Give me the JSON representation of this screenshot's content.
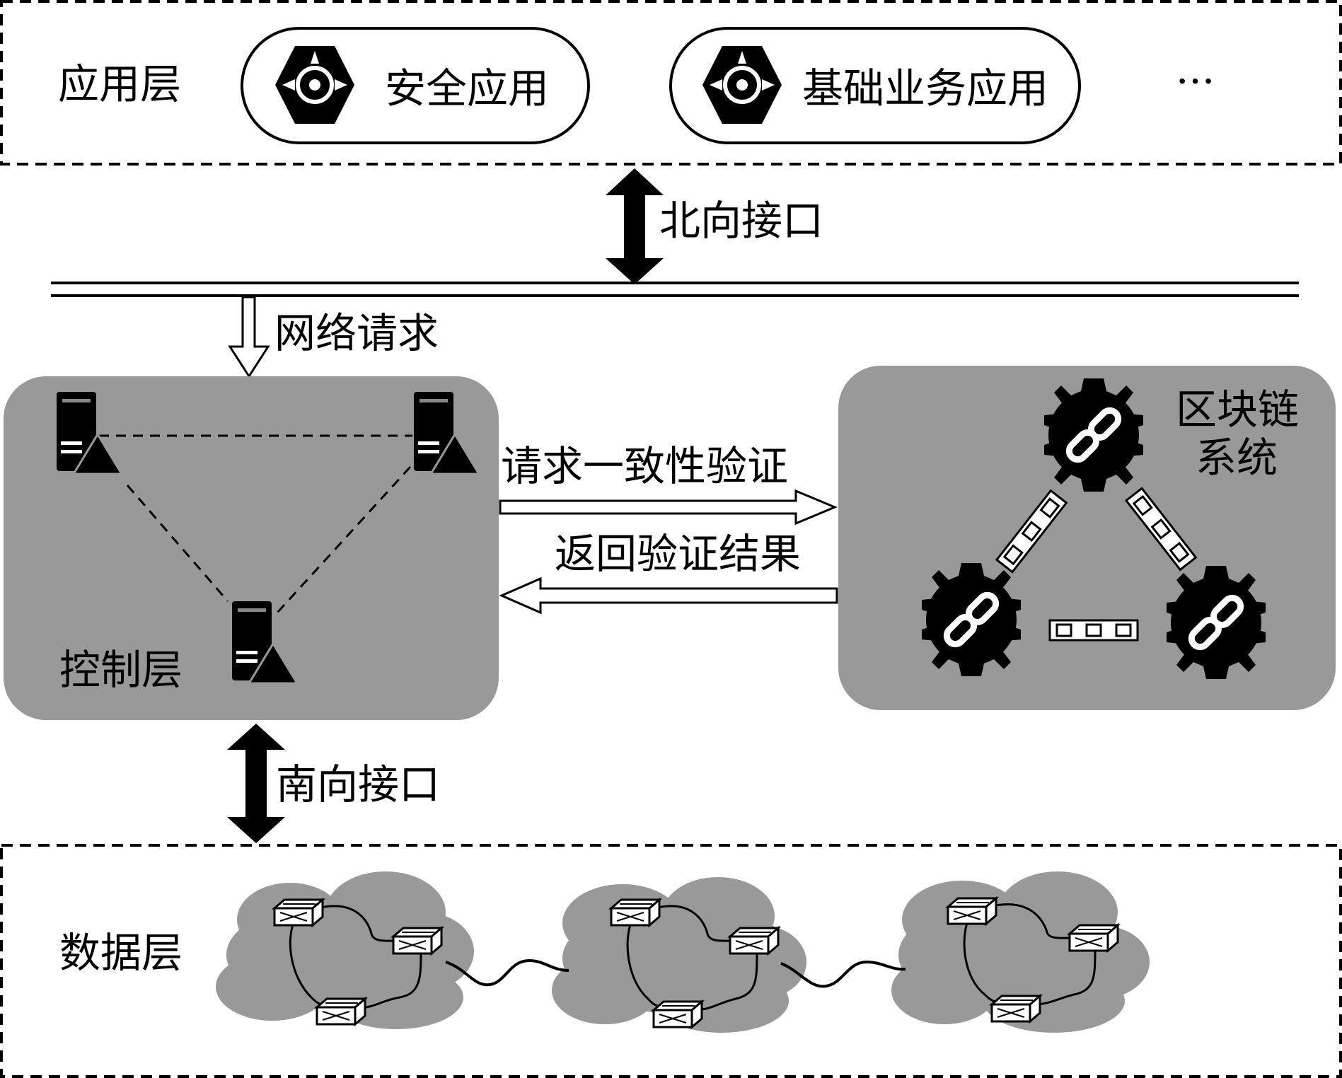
{
  "layers": {
    "application": "应用层",
    "control": "控制层",
    "data": "数据层"
  },
  "apps": [
    {
      "label": "安全应用",
      "icon": "hexagon-eye-icon"
    },
    {
      "label": "基础业务应用",
      "icon": "hexagon-eye-icon"
    }
  ],
  "apps_more": "···",
  "interfaces": {
    "northbound": "北向接口",
    "southbound": "南向接口"
  },
  "network_request": "网络请求",
  "blockchain_system": "区块链\n系统",
  "blockchain_line1": "区块链",
  "blockchain_line2": "系统",
  "flows": {
    "request_consensus": "请求一致性验证",
    "return_result": "返回验证结果"
  },
  "colors": {
    "panel_gray": "#999999",
    "ink": "#000000",
    "background": "#ffffff"
  }
}
